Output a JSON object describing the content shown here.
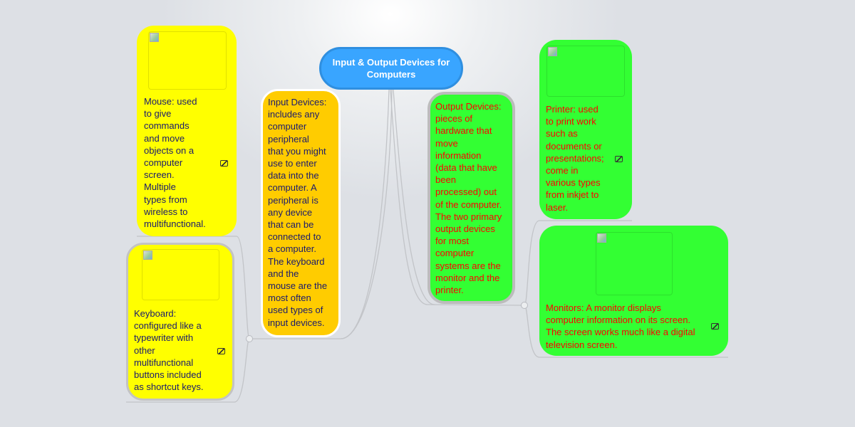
{
  "root": {
    "title": "Input & Output Devices for\nComputers",
    "color": "#39a5ff"
  },
  "input": {
    "text": "Input Devices:\nincludes any\ncomputer\nperipheral\nthat you might\nuse to enter\ndata into the\ncomputer. A\nperipheral is\nany device\nthat can be\nconnected to\na computer.\nThe keyboard\nand the\nmouse are the\nmost often\nused types of\ninput devices.",
    "color": "#ffcc00",
    "children": [
      {
        "text": "Mouse: used\nto give\ncommands\nand move\nobjects on a\ncomputer\nscreen.\n Multiple\ntypes from\nwireless to\nmultifunctional.",
        "icon": "image-icon",
        "color": "#ffff00"
      },
      {
        "text": "Keyboard:\nconfigured like a\ntypewriter with\nother\nmultifunctional\nbuttons included\nas shortcut keys.",
        "icon": "image-icon",
        "color": "#ffff00"
      }
    ]
  },
  "output": {
    "text": "Output Devices:\npieces of\nhardware that\nmove\ninformation\n(data that have\nbeen\nprocessed) out\nof the computer.\nThe two primary\noutput devices\nfor most\ncomputer\nsystems are the\nmonitor and the\nprinter.",
    "color": "#33ff33",
    "children": [
      {
        "text": "Printer:  used\nto print work\nsuch as\ndocuments or\npresentations;\ncome in\nvarious types\nfrom inkjet to\nlaser.",
        "icon": "image-icon",
        "color": "#33ff33"
      },
      {
        "text": "Monitors: A monitor displays\ncomputer information on its screen.\nThe screen works much like a digital\ntelevision screen.",
        "icon": "image-icon",
        "color": "#33ff33"
      }
    ]
  }
}
